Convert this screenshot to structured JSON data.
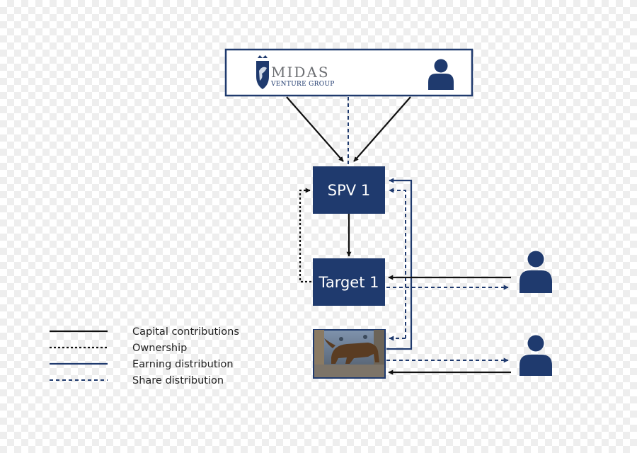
{
  "header": {
    "logo_main": "MIDAS",
    "logo_sub": "VENTURE GROUP"
  },
  "boxes": {
    "spv": "SPV 1",
    "target": "Target 1"
  },
  "legend": [
    {
      "label": "Capital contributions",
      "style": "solid",
      "color": "#111111"
    },
    {
      "label": "Ownership",
      "style": "dotted",
      "color": "#111111"
    },
    {
      "label": "Earning distribution",
      "style": "solid",
      "color": "#1f3a6e"
    },
    {
      "label": "Share distribution",
      "style": "dashed",
      "color": "#1f3a6e"
    }
  ],
  "colors": {
    "navy": "#1f3a6e",
    "black": "#111111",
    "person": "#1f3a6e"
  },
  "icons": [
    "shield-logo-icon",
    "person-icon",
    "bull-photo-icon"
  ]
}
